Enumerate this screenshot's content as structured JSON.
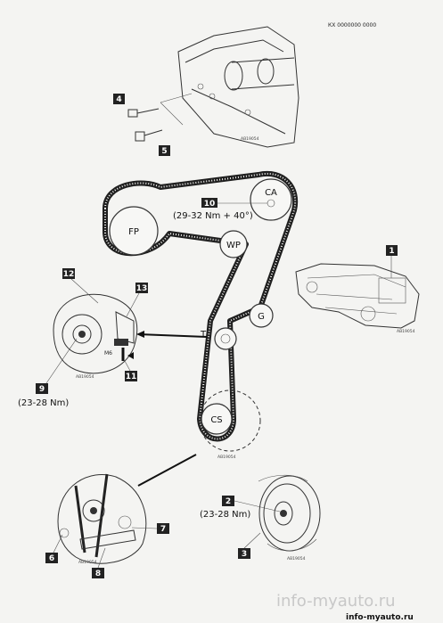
{
  "header": {
    "top_text": "КХ 0000000 0000"
  },
  "components": {
    "fp": "FP",
    "ca": "CA",
    "wp": "WP",
    "t": "T",
    "g": "G",
    "cs": "CS"
  },
  "callouts": {
    "c1": "1",
    "c2": "2",
    "c3": "3",
    "c4": "4",
    "c5": "5",
    "c6": "6",
    "c7": "7",
    "c8": "8",
    "c9": "9",
    "c10": "10",
    "c11": "11",
    "c12": "12",
    "c13": "13"
  },
  "torques": {
    "t10": "(29-32 Nm + 40°)",
    "t9": "(23-28 Nm)",
    "t2": "(23-28 Nm)"
  },
  "figure_codes": {
    "f_top": "AB19054",
    "f_cover": "AB19054",
    "f_tensioner": "AB19054",
    "f_crank": "AB19054",
    "f_lower_left": "AB19054",
    "f_lower_right": "AB19054"
  },
  "m6_label": "M6",
  "watermark": {
    "large": "info-myauto.ru",
    "small": "info-myauto.ru"
  }
}
